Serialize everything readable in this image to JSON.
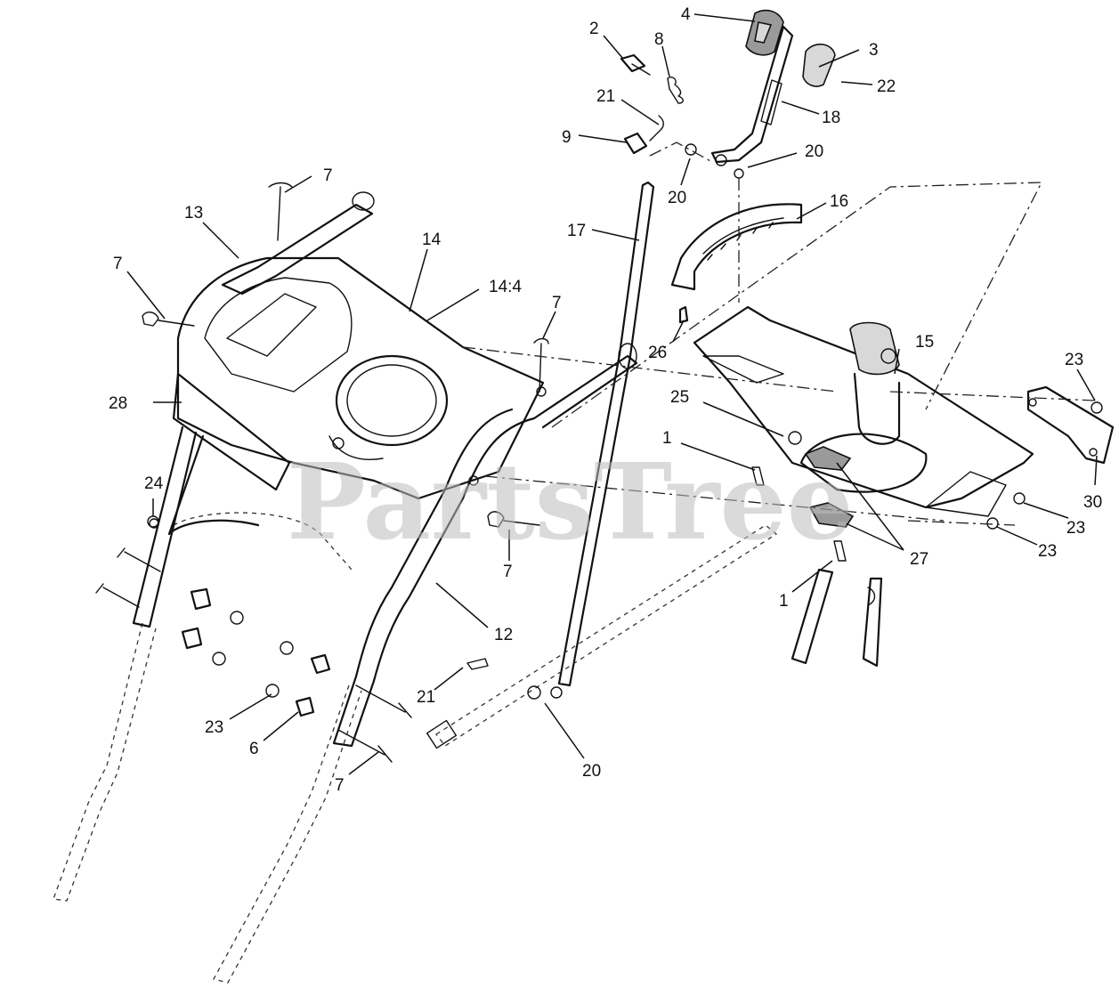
{
  "diagram": {
    "callouts": [
      {
        "id": "c1a",
        "text": "1"
      },
      {
        "id": "c1b",
        "text": "1"
      },
      {
        "id": "c2",
        "text": "2"
      },
      {
        "id": "c3",
        "text": "3"
      },
      {
        "id": "c4",
        "text": "4"
      },
      {
        "id": "c6",
        "text": "6"
      },
      {
        "id": "c7a",
        "text": "7"
      },
      {
        "id": "c7b",
        "text": "7"
      },
      {
        "id": "c7c",
        "text": "7"
      },
      {
        "id": "c7d",
        "text": "7"
      },
      {
        "id": "c7e",
        "text": "7"
      },
      {
        "id": "c8",
        "text": "8"
      },
      {
        "id": "c9",
        "text": "9"
      },
      {
        "id": "c12",
        "text": "12"
      },
      {
        "id": "c13",
        "text": "13"
      },
      {
        "id": "c14",
        "text": "14"
      },
      {
        "id": "c14-4",
        "text": "14:4"
      },
      {
        "id": "c15",
        "text": "15"
      },
      {
        "id": "c16",
        "text": "16"
      },
      {
        "id": "c17",
        "text": "17"
      },
      {
        "id": "c18",
        "text": "18"
      },
      {
        "id": "c20a",
        "text": "20"
      },
      {
        "id": "c20b",
        "text": "20"
      },
      {
        "id": "c20c",
        "text": "20"
      },
      {
        "id": "c21a",
        "text": "21"
      },
      {
        "id": "c21b",
        "text": "21"
      },
      {
        "id": "c22",
        "text": "22"
      },
      {
        "id": "c23a",
        "text": "23"
      },
      {
        "id": "c23b",
        "text": "23"
      },
      {
        "id": "c23c",
        "text": "23"
      },
      {
        "id": "c23d",
        "text": "23"
      },
      {
        "id": "c24",
        "text": "24"
      },
      {
        "id": "c25",
        "text": "25"
      },
      {
        "id": "c26",
        "text": "26"
      },
      {
        "id": "c27",
        "text": "27"
      },
      {
        "id": "c28",
        "text": "28"
      },
      {
        "id": "c30",
        "text": "30"
      }
    ]
  },
  "watermark": {
    "text": "PartsTree"
  }
}
